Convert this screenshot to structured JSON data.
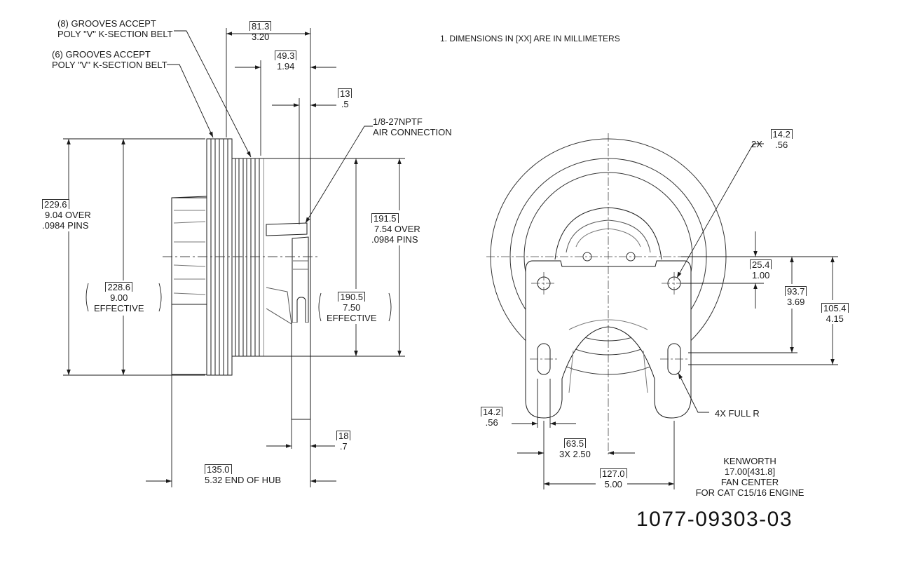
{
  "notes": {
    "note1": "1.  DIMENSIONS IN [XX] ARE IN MILLIMETERS"
  },
  "side_view": {
    "grooves8": [
      "(8) GROOVES ACCEPT",
      "POLY \"V\" K-SECTION BELT"
    ],
    "grooves6": [
      "(6) GROOVES ACCEPT",
      "POLY \"V\" K-SECTION BELT"
    ],
    "dim_overall_width": {
      "mm": "81.3",
      "in": "3.20"
    },
    "dim_hub_width": {
      "mm": "49.3",
      "in": "1.94"
    },
    "dim_13": {
      "mm": "13",
      "in": ".5"
    },
    "air_connection": [
      "1/8-27NPTF",
      "AIR CONNECTION"
    ],
    "dim_229": {
      "mm": "229.6",
      "in": "9.04 OVER",
      "note": ".0984 PINS"
    },
    "dim_228": {
      "mm": "228.6",
      "in": "9.00",
      "note": "EFFECTIVE"
    },
    "dim_191": {
      "mm": "191.5",
      "in": "7.54 OVER",
      "note": ".0984 PINS"
    },
    "dim_190": {
      "mm": "190.5",
      "in": "7.50",
      "note": "EFFECTIVE"
    },
    "dim_18": {
      "mm": "18",
      "in": ".7"
    },
    "dim_135": {
      "mm": "135.0",
      "in": "5.32 END OF HUB"
    }
  },
  "front_view": {
    "dim_2x": {
      "prefix": "2X",
      "mm": "14.2",
      "in": ".56"
    },
    "dim_25": {
      "mm": "25.4",
      "in": "1.00"
    },
    "dim_93": {
      "mm": "93.7",
      "in": "3.69"
    },
    "dim_105": {
      "mm": "105.4",
      "in": "4.15"
    },
    "full_r": "4X FULL R",
    "dim_14_slot": {
      "mm": "14.2",
      "in": ".56"
    },
    "dim_63": {
      "mm": "63.5",
      "in": "3X 2.50"
    },
    "dim_127": {
      "mm": "127.0",
      "in": "5.00"
    }
  },
  "title_block": {
    "lines": [
      "KENWORTH",
      "17.00[431.8]",
      "FAN CENTER",
      "FOR CAT C15/16 ENGINE"
    ],
    "part_number": "1077-09303-03"
  },
  "colors": {
    "ink": "#1a1a1a",
    "light_ink": "#555555",
    "paper": "#ffffff"
  }
}
